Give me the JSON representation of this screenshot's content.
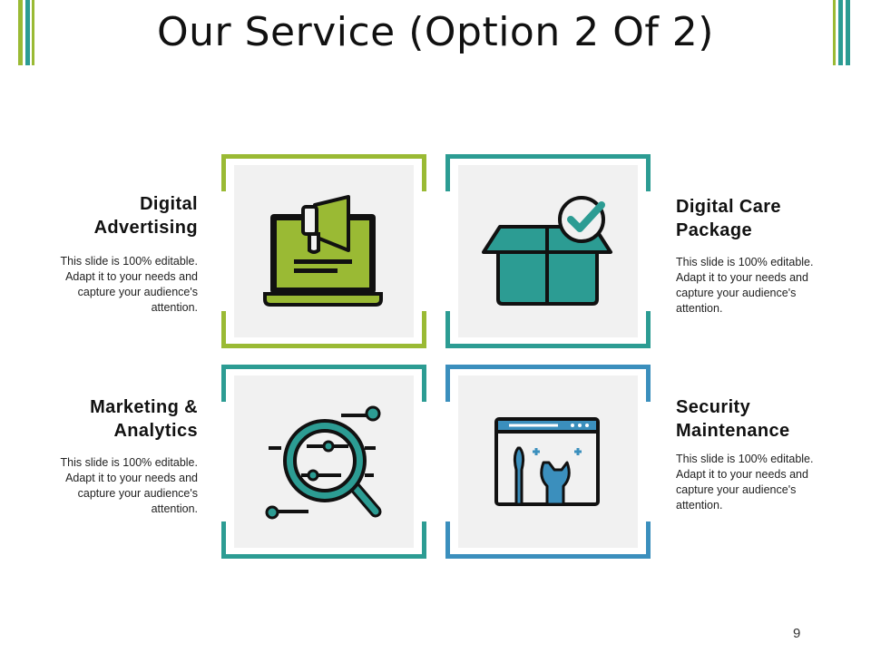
{
  "title": "Our Service (Option 2 Of 2)",
  "page_number": "9",
  "colors": {
    "green": "#9aba34",
    "teal": "#2c9c93",
    "blue": "#3b8fbd",
    "dark": "#111111"
  },
  "services": [
    {
      "name": "Digital Advertising",
      "description": "This slide is 100% editable. Adapt it to your needs and capture your audience's attention.",
      "icon": "megaphone-laptop-icon"
    },
    {
      "name": "Digital Care Package",
      "description": "This slide is 100% editable. Adapt it to your needs and capture your audience's attention.",
      "icon": "box-checkmark-icon"
    },
    {
      "name": "Marketing & Analytics",
      "description": "This slide is 100% editable. Adapt it to your needs and capture your audience's attention.",
      "icon": "magnifier-analytics-icon"
    },
    {
      "name": "Security Maintenance",
      "description": "This slide is 100% editable. Adapt it to your needs and capture your audience's attention.",
      "icon": "tools-window-icon"
    }
  ]
}
